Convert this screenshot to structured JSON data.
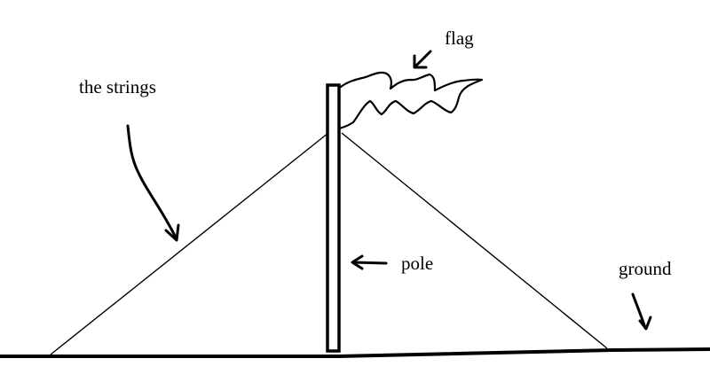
{
  "labels": {
    "strings": "the strings",
    "flag": "flag",
    "pole": "pole",
    "ground": "ground"
  },
  "colors": {
    "ink": "#000000",
    "background": "#ffffff"
  }
}
